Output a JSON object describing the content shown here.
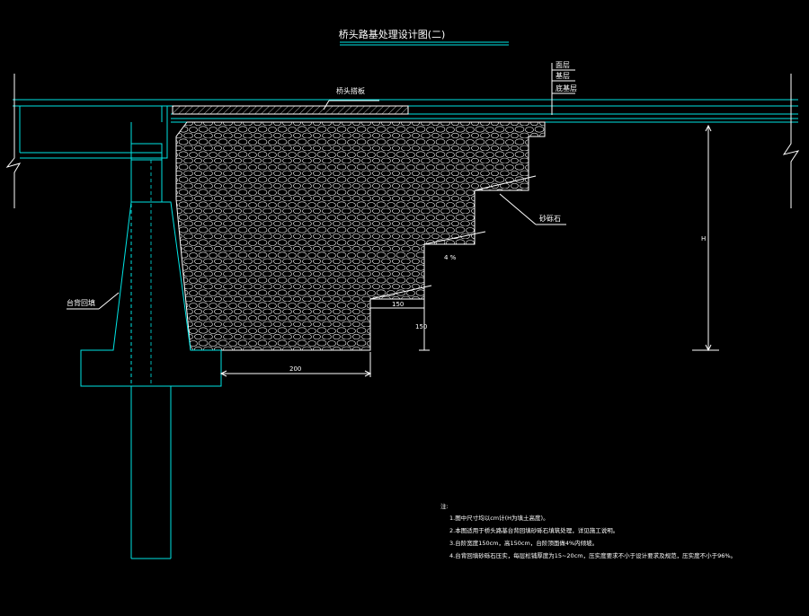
{
  "drawing": {
    "title": "桥头路基处理设计图(二)"
  },
  "labels": {
    "approach_slab": "桥头搭板",
    "pavement_layers": [
      "面层",
      "基层",
      "底基层"
    ],
    "backfill": "砂砾石",
    "abutment_back": "台背回填",
    "slope": "4 %"
  },
  "dimensions": {
    "step_width": "150",
    "step_height": "150",
    "base_length": "200",
    "fill_height": "H"
  },
  "notes": {
    "heading": "注:",
    "items": [
      "1.图中尺寸均以cm计(H为填土高度)。",
      "2.本图适用于桥头路基台背回填砂砾石填筑处理，详见施工说明。",
      "3.台阶宽度150cm，高150cm，台阶顶面做4%内倾坡。",
      "4.台背回填砂砾石压实，每层松铺厚度为15~20cm，压实度要求不小于设计要求及规范，压实度不小于96%。"
    ]
  },
  "colors": {
    "structure_lines": "#00e5e5",
    "annotation_lines": "#ffffff",
    "background": "#000000"
  }
}
